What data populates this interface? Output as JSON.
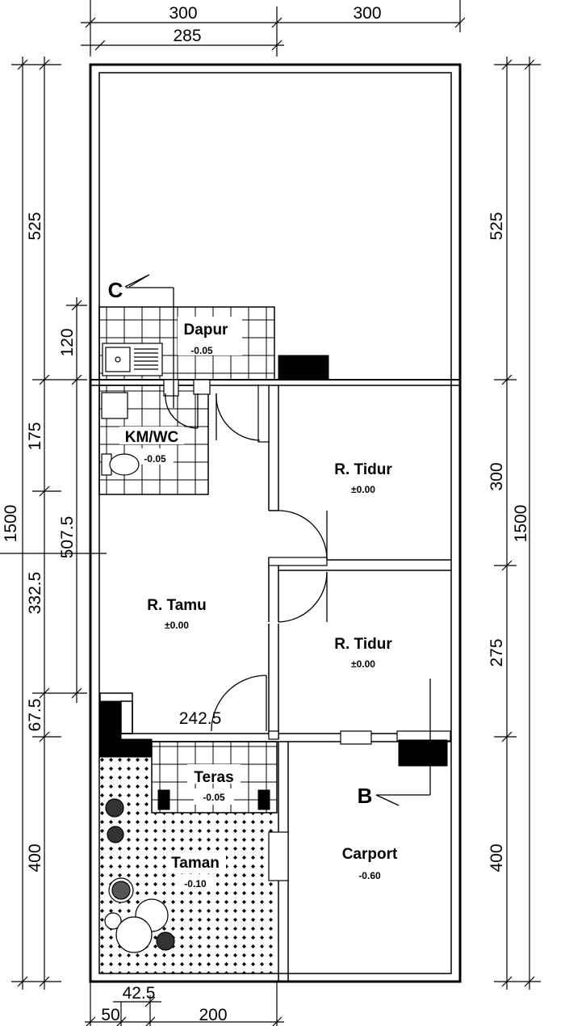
{
  "dimensions": {
    "top_width_left": "300",
    "top_width_right": "300",
    "top_inner": "285",
    "left_back": "525",
    "left_dapur": "120",
    "left_kmwc": "175",
    "left_total": "1500",
    "left_tamu_group": "507.5",
    "left_tamu": "332.5",
    "left_step": "67.5",
    "left_front": "400",
    "right_back": "525",
    "right_tidur1": "300",
    "right_total": "1500",
    "right_tidur2": "275",
    "right_front": "400",
    "teras_width": "242.5",
    "bottom_small": "42.5",
    "bottom_left": "50",
    "bottom_mid": "200"
  },
  "rooms": {
    "dapur": {
      "name": "Dapur",
      "level": "-0.05"
    },
    "kmwc": {
      "name": "KM/WC",
      "level": "-0.05"
    },
    "tidur1": {
      "name": "R. Tidur",
      "level": "±0.00"
    },
    "tamu": {
      "name": "R. Tamu",
      "level": "±0.00"
    },
    "tidur2": {
      "name": "R. Tidur",
      "level": "±0.00"
    },
    "teras": {
      "name": "Teras",
      "level": "-0.05"
    },
    "taman": {
      "name": "Taman",
      "level": "-0.10"
    },
    "carport": {
      "name": "Carport",
      "level": "-0.60"
    }
  },
  "markers": {
    "section_c": "C",
    "section_b": "B"
  }
}
